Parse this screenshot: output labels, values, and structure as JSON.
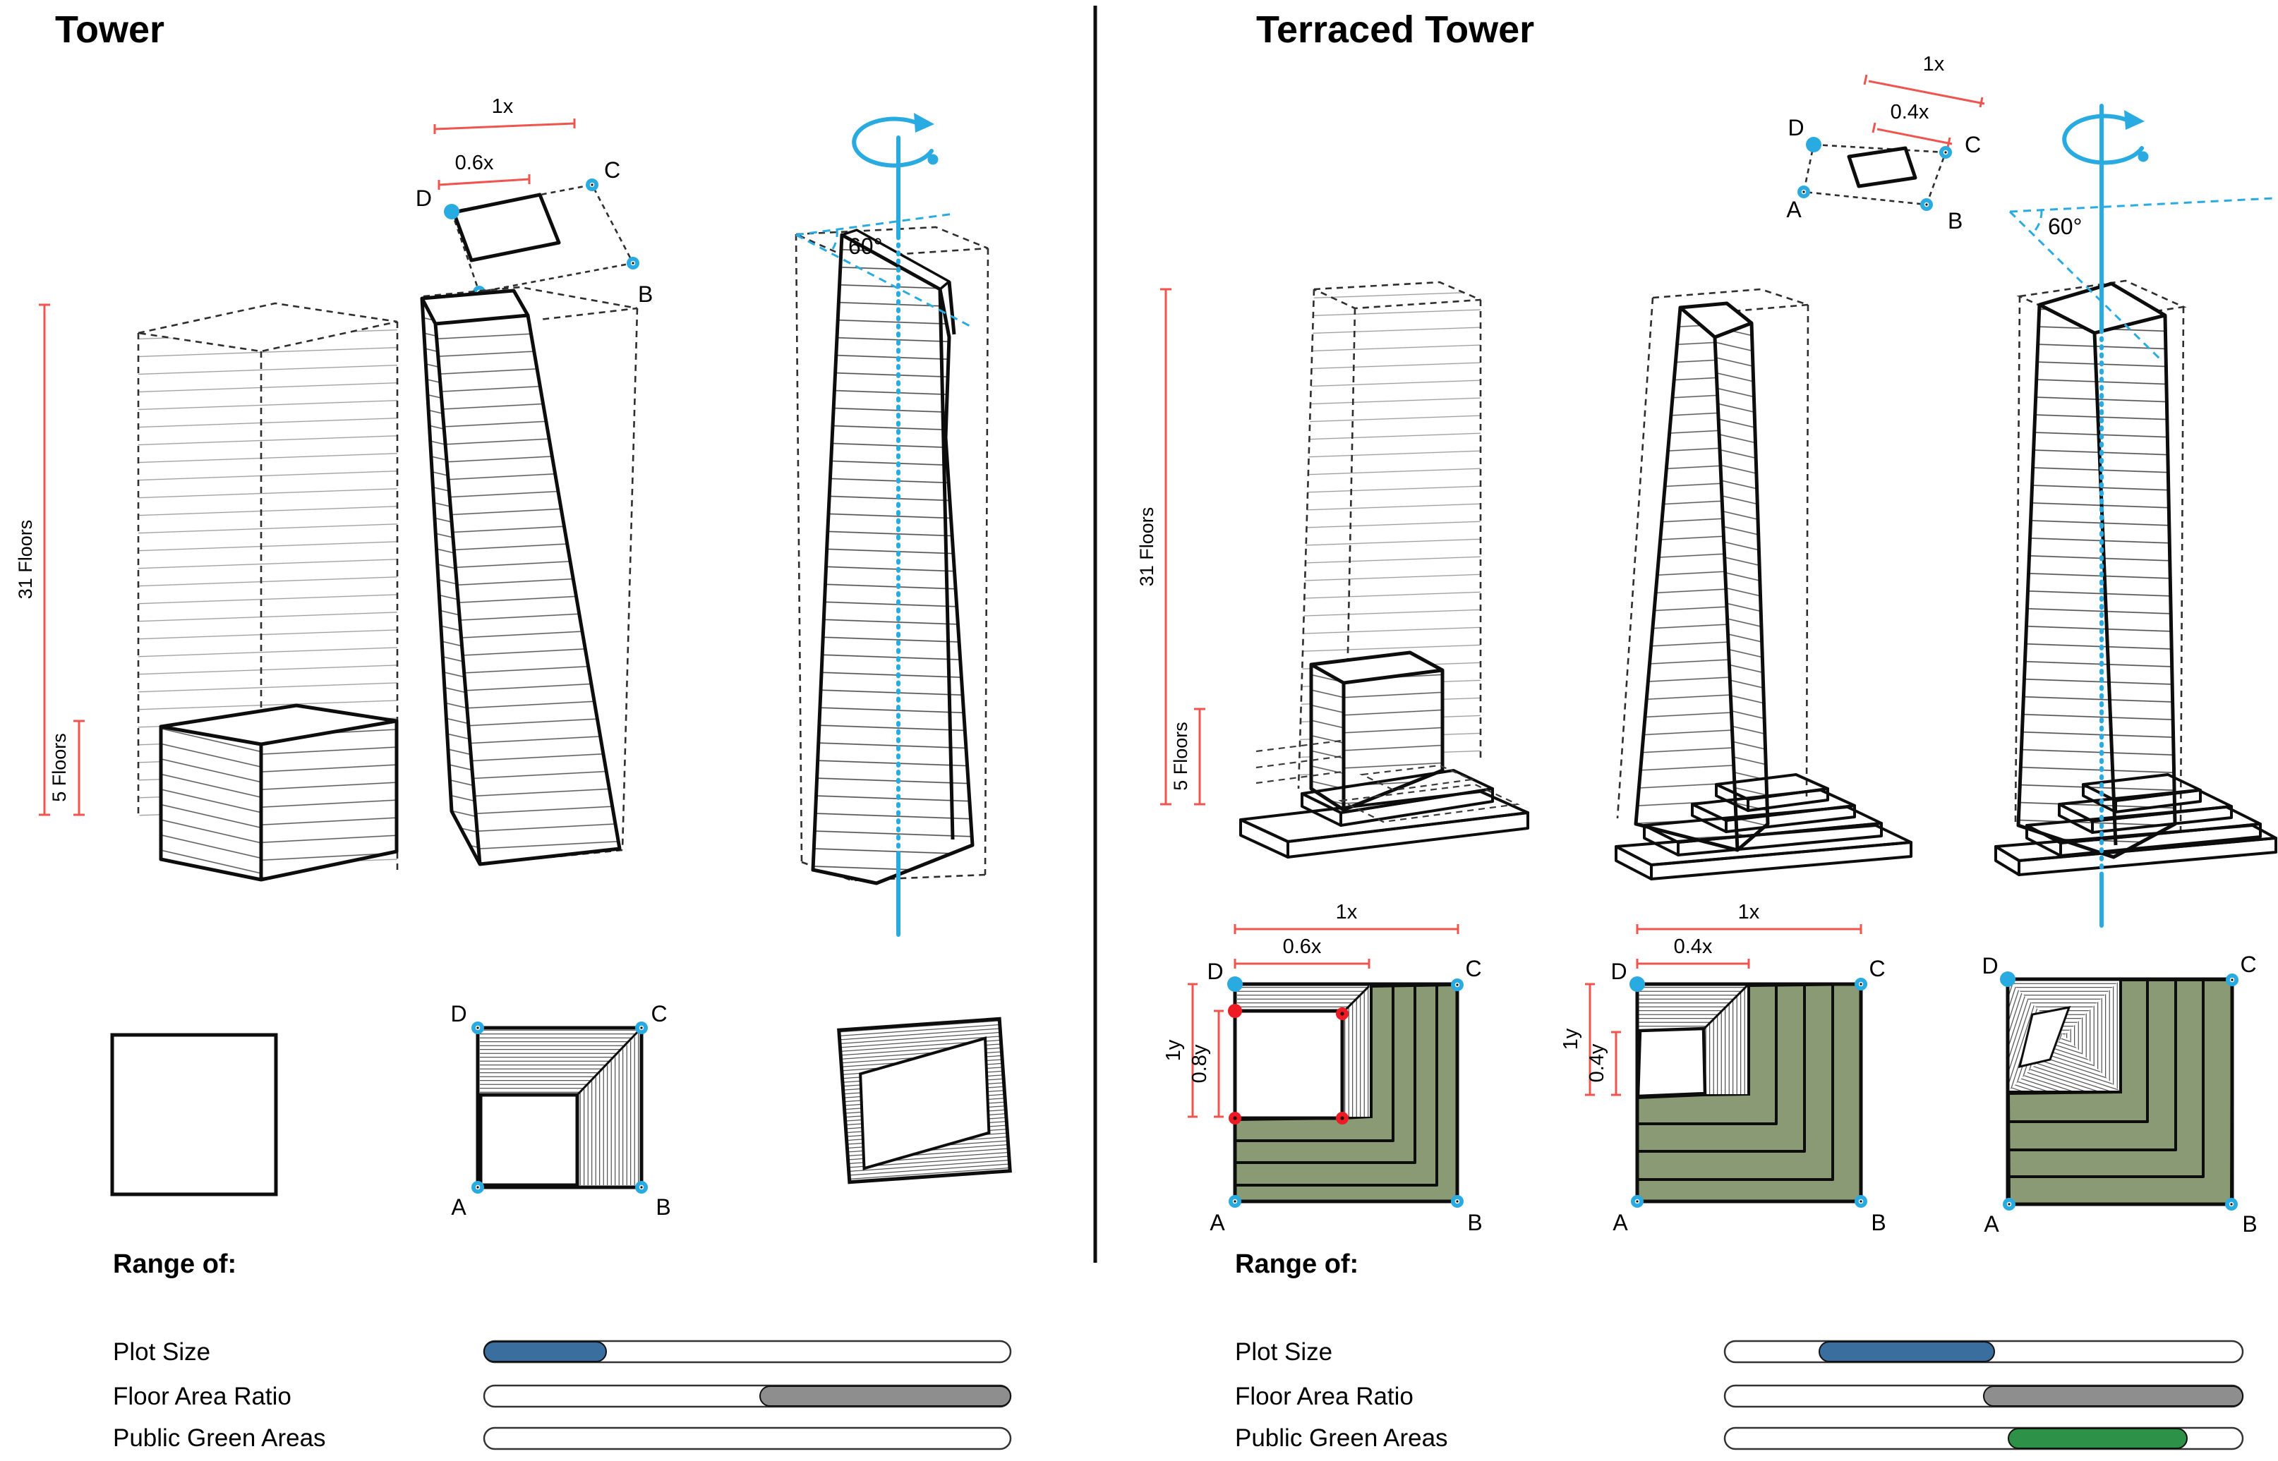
{
  "left": {
    "title": "Tower",
    "iso_plan": {
      "dim_top": "1x",
      "dim_inner": "0.6x"
    },
    "height_dim": "31 Floors",
    "base_dim": "5 Floors",
    "angle": "60°",
    "track": {
      "x": "686",
      "w": "746"
    },
    "range": {
      "heading": "Range of:",
      "rows": [
        {
          "label": "Plot Size",
          "fill": {
            "x": "686",
            "w": "173",
            "color": "#3a6e9f"
          },
          "range_pct": {
            "start": 0.0,
            "end": 0.23
          }
        },
        {
          "label": "Floor Area Ratio",
          "fill": {
            "x": "1077",
            "w": "355",
            "color": "#8e8e8e"
          },
          "range_pct": {
            "start": 0.53,
            "end": 1.0
          }
        },
        {
          "label": "Public Green Areas",
          "range_pct": {
            "start": 0,
            "end": 0
          }
        }
      ]
    }
  },
  "right": {
    "title": "Terraced Tower",
    "iso_plan": {
      "dim_top": "1x",
      "dim_inner": "0.4x"
    },
    "height_dim": "31 Floors",
    "base_dim": "5 Floors",
    "angle": "60°",
    "plan1": {
      "dim_x1": "1x",
      "dim_x2": "0.6x",
      "dim_y1": "1y",
      "dim_y2": "0.8y"
    },
    "plan2": {
      "dim_x1": "1x",
      "dim_x2": "0.4x",
      "dim_y1": "1y",
      "dim_y2": "0.4y"
    },
    "track": {
      "x": "2444",
      "w": "734"
    },
    "range": {
      "heading": "Range of:",
      "rows": [
        {
          "label": "Plot Size",
          "fill": {
            "x": "2578",
            "w": "248",
            "color": "#3a6e9f"
          },
          "range_pct": {
            "start": 0.18,
            "end": 0.52
          }
        },
        {
          "label": "Floor Area Ratio",
          "fill": {
            "x": "2811",
            "w": "367",
            "color": "#8e8e8e"
          },
          "range_pct": {
            "start": 0.5,
            "end": 1.0
          }
        },
        {
          "label": "Public Green Areas",
          "fill": {
            "x": "2846",
            "w": "253",
            "color": "#2d9147"
          },
          "range_pct": {
            "start": 0.55,
            "end": 0.89
          }
        }
      ]
    }
  },
  "corners": {
    "a": "A",
    "b": "B",
    "c": "C",
    "d": "D"
  },
  "colors": {
    "dimension_red": "#f0544f",
    "marker_red": "#ed1c24",
    "axis_cyan": "#29abe2",
    "terrace_green": "#8a9a74",
    "bar_blue": "#3a6e9f",
    "bar_gray": "#8e8e8e",
    "bar_green": "#2d9147"
  }
}
